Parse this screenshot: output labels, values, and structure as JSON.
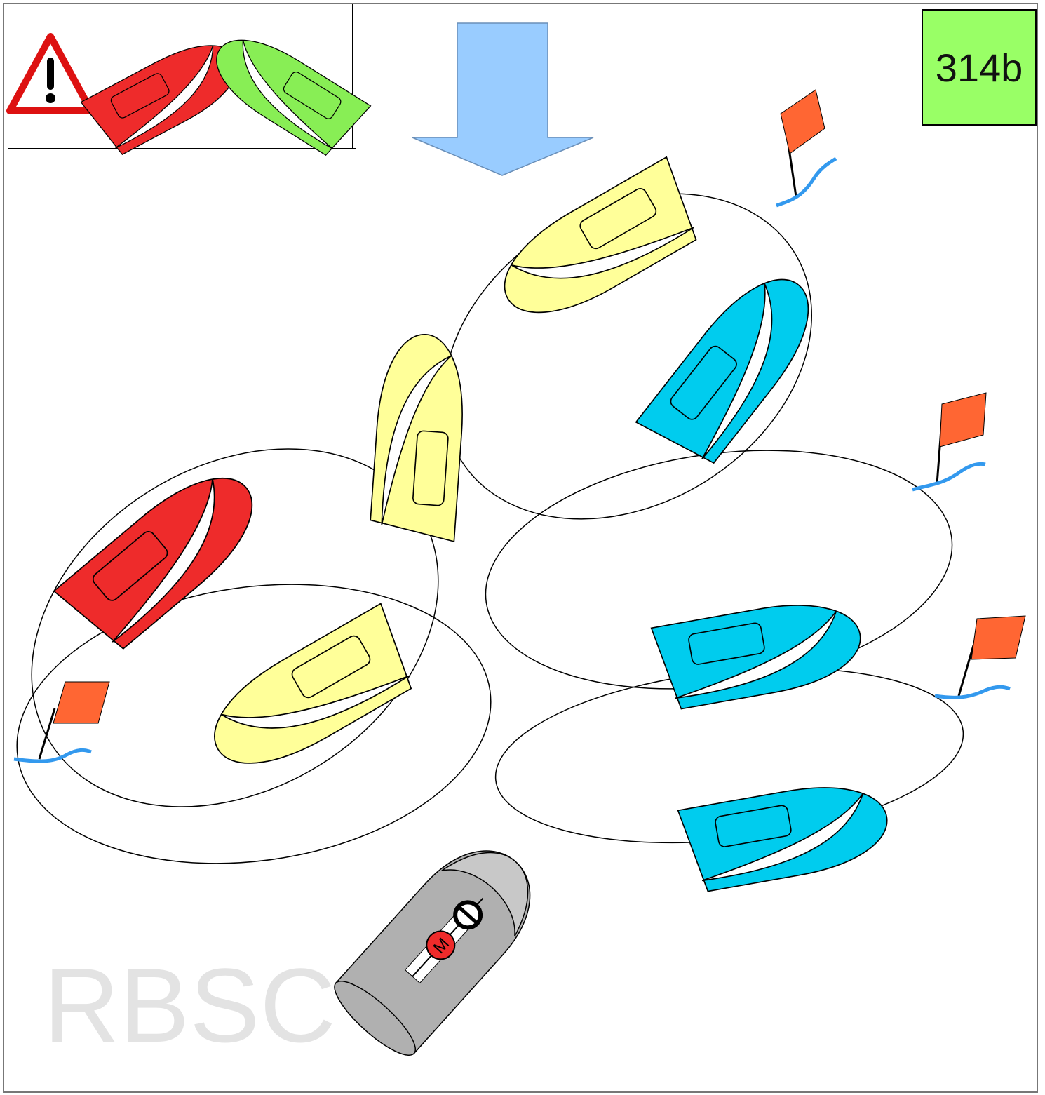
{
  "diagram": {
    "badge_label": "314b",
    "watermark_text": "RBSC",
    "committee_boat_letter": "M",
    "colors": {
      "background": "#ffffff",
      "badge_fill": "#99ff66",
      "wind_arrow": "#99ccff",
      "red_boat": "#ee2b2b",
      "green_boat": "#88ee55",
      "yellow_boat": "#ffff99",
      "blue_boat": "#00ccee",
      "mark_flag": "#ff6633",
      "waterline": "#3399ee",
      "committee_boat": "#b0b0b0",
      "warning_triangle": "#dd1111"
    },
    "icons": [
      "warning-icon",
      "wind-arrow-icon",
      "mark-flag-icon",
      "committee-boat-icon"
    ]
  }
}
